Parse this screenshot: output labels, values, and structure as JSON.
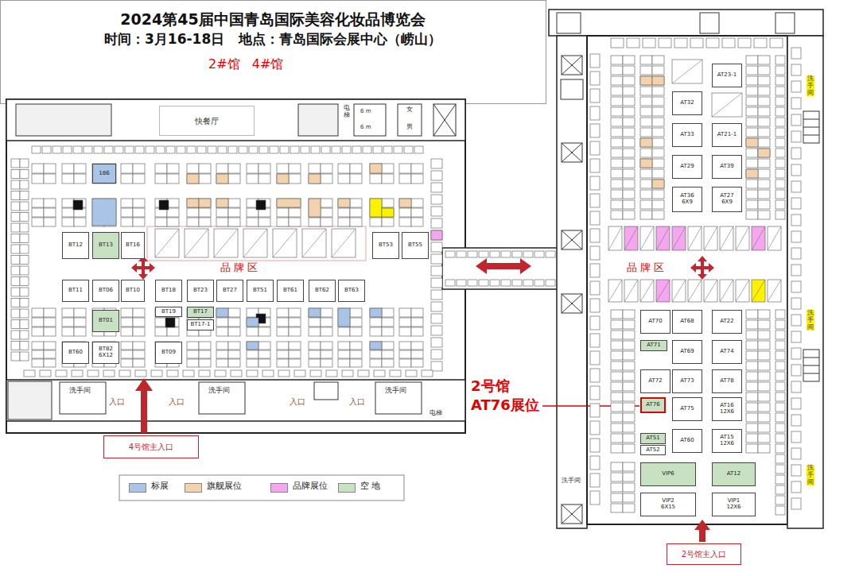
{
  "diagram": {
    "title": "2024第45届中国青岛国际美容化妆品博览会",
    "nodes": [
      {
        "text": [
          "快餐厅"
        ]
      },
      {
        "text": [
          "4号馆主入口"
        ]
      },
      {
        "text": [
          "2号馆主入口"
        ]
      },
      {
        "text": [
          "AT76"
        ]
      },
      {
        "text": [
          "BT12"
        ]
      },
      {
        "text": [
          "BT13"
        ]
      },
      {
        "text": [
          "BT16"
        ]
      },
      {
        "text": [
          "BT53"
        ]
      },
      {
        "text": [
          "BT55"
        ]
      },
      {
        "text": [
          "BT11"
        ]
      },
      {
        "text": [
          "BT06"
        ]
      },
      {
        "text": [
          "BT10"
        ]
      },
      {
        "text": [
          "BT18"
        ]
      },
      {
        "text": [
          "BT23"
        ]
      },
      {
        "text": [
          "BT27"
        ]
      },
      {
        "text": [
          "BT51"
        ]
      },
      {
        "text": [
          "BT61"
        ]
      },
      {
        "text": [
          "BT62"
        ]
      },
      {
        "text": [
          "BT63"
        ]
      },
      {
        "text": [
          "BT01"
        ]
      },
      {
        "text": [
          "BT19"
        ]
      },
      {
        "text": [
          "BT17"
        ]
      },
      {
        "text": [
          "BT17-1"
        ]
      },
      {
        "text": [
          "BT60"
        ]
      },
      {
        "text": [
          "BT82",
          "6X12"
        ]
      },
      {
        "text": [
          "BT09"
        ]
      },
      {
        "text": [
          "186"
        ]
      },
      {
        "text": [
          "AT32"
        ]
      },
      {
        "text": [
          "AT33"
        ]
      },
      {
        "text": [
          "AT29"
        ]
      },
      {
        "text": [
          "AT36",
          "6X9"
        ]
      },
      {
        "text": [
          "AT23-1"
        ]
      },
      {
        "text": [
          "AT21-1"
        ]
      },
      {
        "text": [
          "AT39"
        ]
      },
      {
        "text": [
          "AT27",
          "6X9"
        ]
      },
      {
        "text": [
          "AT70"
        ]
      },
      {
        "text": [
          "AT68"
        ]
      },
      {
        "text": [
          "AT22"
        ]
      },
      {
        "text": [
          "AT71"
        ]
      },
      {
        "text": [
          "AT69"
        ]
      },
      {
        "text": [
          "AT74"
        ]
      },
      {
        "text": [
          "AT72"
        ]
      },
      {
        "text": [
          "AT73"
        ]
      },
      {
        "text": [
          "AT78"
        ]
      },
      {
        "text": [
          "AT75"
        ]
      },
      {
        "text": [
          "AT16",
          "12X6"
        ]
      },
      {
        "text": [
          "AT51"
        ]
      },
      {
        "text": [
          "AT52"
        ]
      },
      {
        "text": [
          "AT60"
        ]
      },
      {
        "text": [
          "AT15",
          "12X6"
        ]
      },
      {
        "text": [
          "VIP6"
        ]
      },
      {
        "text": [
          "AT12"
        ]
      },
      {
        "text": [
          "VIP2",
          "6X15"
        ]
      },
      {
        "text": [
          "VIP1",
          "12X6"
        ]
      }
    ],
    "labels": [
      "时间：3月16-18日   地点：青岛国际会展中心（崂山）",
      "2#馆   4#馆",
      "电梯",
      "6 m",
      "6 m",
      "女",
      "男",
      "品 牌 区",
      "品 牌 区",
      "洗手间",
      "洗手间",
      "洗手间",
      "入口",
      "入口",
      "入口",
      "入口",
      "电梯",
      "2号馆",
      "AT76展位",
      "洗手间",
      "洗手间",
      "洗手间",
      "洗手间"
    ],
    "legend": [
      {
        "text": "标展",
        "color": "#a9c4e6"
      },
      {
        "text": "旗舰展位",
        "color": "#f2d3ad"
      },
      {
        "text": "品牌展位",
        "color": "#f4a6ee"
      },
      {
        "text": "空 地",
        "color": "#c9e1c3"
      }
    ]
  }
}
